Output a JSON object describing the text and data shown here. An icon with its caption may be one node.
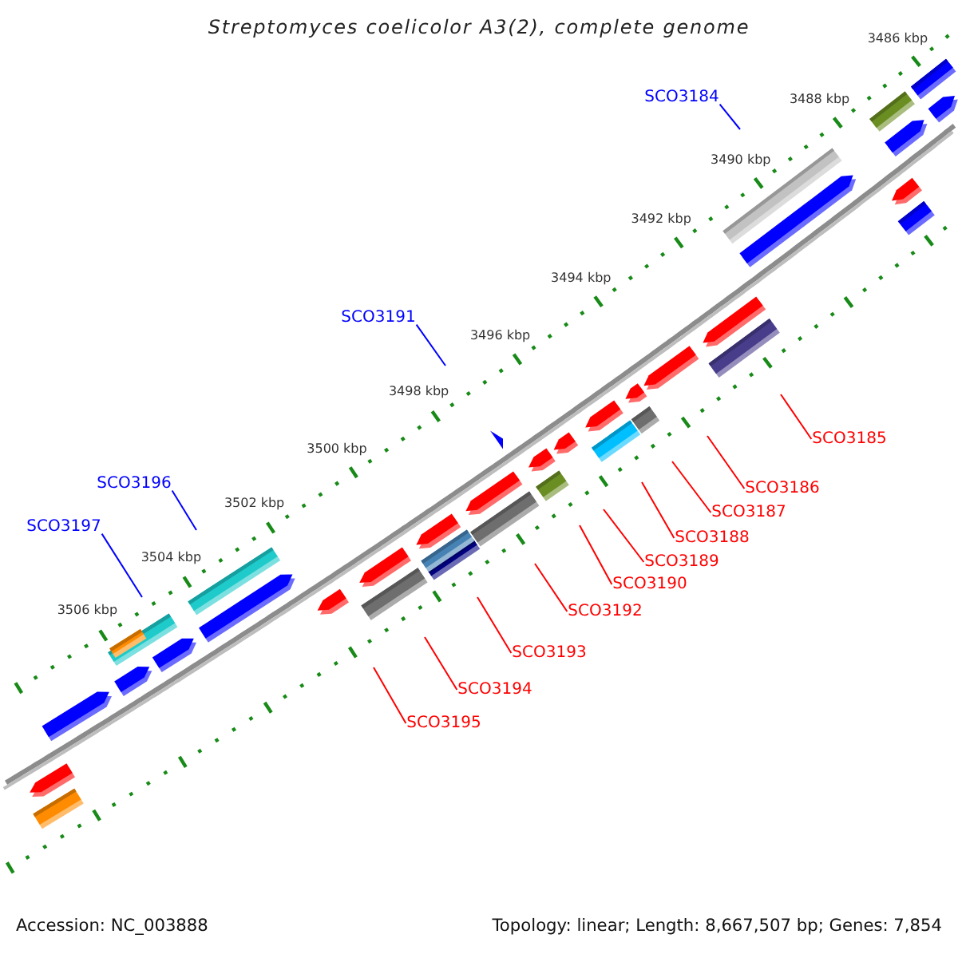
{
  "diagram": {
    "title": "Streptomyces coelicolor A3(2), complete genome",
    "nodes": [
      {
        "text": [
          "SCO3184"
        ]
      },
      {
        "text": [
          "SCO3191"
        ]
      },
      {
        "text": [
          "SCO3185"
        ]
      },
      {
        "text": [
          "SCO3196"
        ]
      },
      {
        "text": [
          "SCO3186"
        ]
      },
      {
        "text": [
          "SCO3187"
        ]
      },
      {
        "text": [
          "SCO3197"
        ]
      },
      {
        "text": [
          "SCO3188"
        ]
      },
      {
        "text": [
          "SCO3189"
        ]
      },
      {
        "text": [
          "SCO3190"
        ]
      },
      {
        "text": [
          "SCO3192"
        ]
      },
      {
        "text": [
          "SCO3193"
        ]
      },
      {
        "text": [
          "SCO3194"
        ]
      },
      {
        "text": [
          "SCO3195"
        ]
      }
    ],
    "edges": [
      {
        "from": 0,
        "to": null,
        "arrow": "none",
        "color": "#0000ff"
      },
      {
        "from": 1,
        "to": null,
        "arrow": "none",
        "color": "#0000ff"
      },
      {
        "from": 2,
        "to": null,
        "arrow": "none"
      },
      {
        "from": 3,
        "to": null,
        "arrow": "none",
        "color": "#0000ff"
      },
      {
        "from": 4,
        "to": null,
        "arrow": "none"
      },
      {
        "from": 5,
        "to": null,
        "arrow": "none"
      },
      {
        "from": 6,
        "to": null,
        "arrow": "none",
        "color": "#0000ff"
      },
      {
        "from": 7,
        "to": null,
        "arrow": "none"
      },
      {
        "from": 8,
        "to": null,
        "arrow": "none"
      },
      {
        "from": 9,
        "to": null,
        "arrow": "none"
      },
      {
        "from": 10,
        "to": null,
        "arrow": "none"
      },
      {
        "from": 11,
        "to": null,
        "arrow": "none"
      },
      {
        "from": 12,
        "to": null,
        "arrow": "none"
      },
      {
        "from": 13,
        "to": null,
        "arrow": "none"
      }
    ],
    "labels": [
      "3486 kbp",
      "3488 kbp",
      "3490 kbp",
      "3492 kbp",
      "3494 kbp",
      "3496 kbp",
      "3498 kbp",
      "3500 kbp",
      "3502 kbp",
      "3504 kbp",
      "3506 kbp",
      "Accession: NC_003888",
      "Topology: linear; Length: 8,667,507 bp; Genes: 7,854"
    ]
  }
}
